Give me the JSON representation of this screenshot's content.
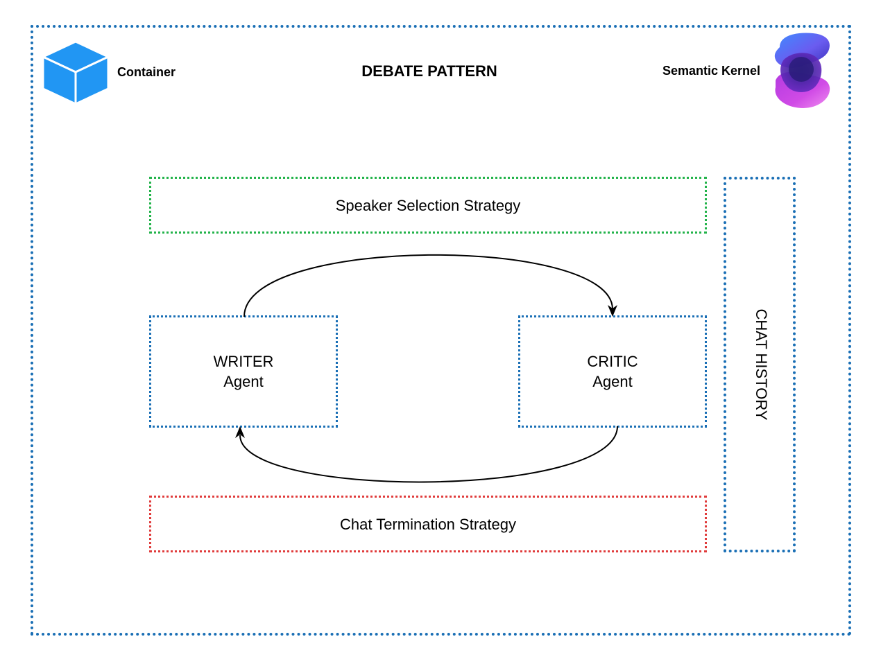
{
  "diagram": {
    "title": "DEBATE PATTERN",
    "container_label": "Container",
    "semantic_kernel_label": "Semantic Kernel",
    "speaker_selection": "Speaker Selection Strategy",
    "chat_termination": "Chat Termination Strategy",
    "chat_history": "CHAT HISTORY",
    "writer": {
      "line1": "WRITER",
      "line2": "Agent"
    },
    "critic": {
      "line1": "CRITIC",
      "line2": "Agent"
    }
  },
  "icons": {
    "container": "cube-icon",
    "semantic_kernel": "semantic-kernel-logo-icon"
  },
  "colors": {
    "container_border": "#1a6fb5",
    "speaker_border": "#22b34a",
    "termination_border": "#e03c3c",
    "cube": "#2196f3",
    "sk_logo_from": "#4aa8ff",
    "sk_logo_to": "#c13bd9"
  }
}
